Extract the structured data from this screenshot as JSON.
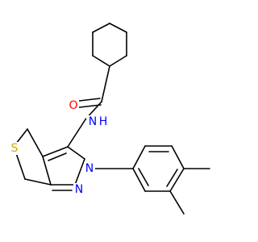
{
  "molecule": {
    "atoms": {
      "oxygen": {
        "symbol": "O",
        "color": "#ff0000"
      },
      "amide_n": {
        "symbol": "N",
        "color": "#0000ff"
      },
      "amide_h": {
        "symbol": "H",
        "color": "#0000ff"
      },
      "ring_n_upper": {
        "symbol": "N",
        "color": "#0000ff"
      },
      "ring_n_lower": {
        "symbol": "N",
        "color": "#0000ff"
      },
      "sulfur": {
        "symbol": "S",
        "color": "#ccaa00"
      }
    },
    "colors": {
      "bond": "#000000",
      "background": "#ffffff"
    }
  }
}
